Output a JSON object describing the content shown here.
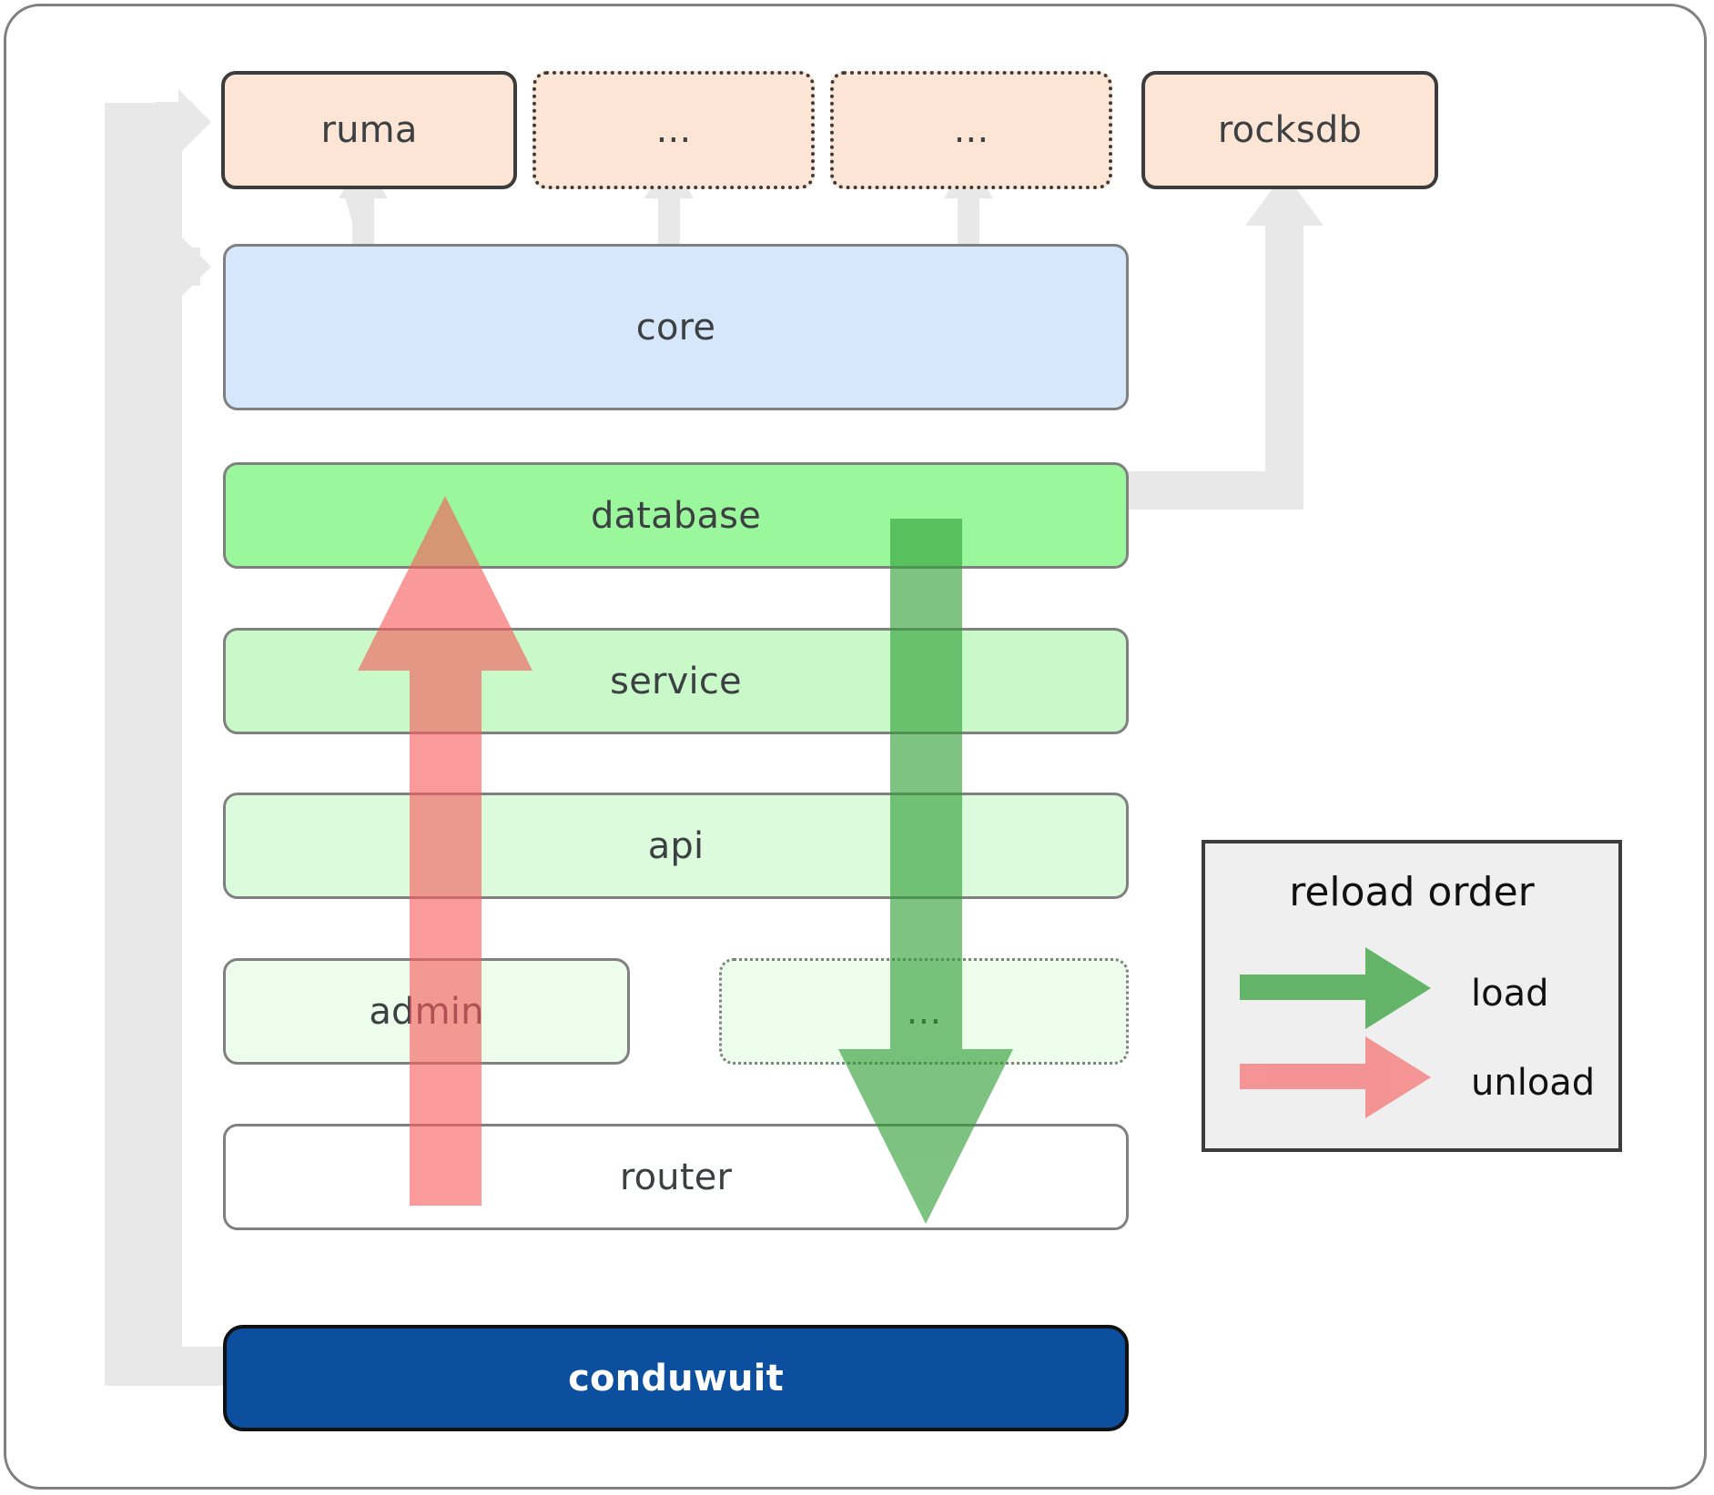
{
  "diagram": {
    "title": "conduwuit crate dependency / reload order diagram",
    "nodes": {
      "ruma": {
        "label": "ruma",
        "fill": "#fce5d5",
        "border": "solid"
      },
      "dots_top_1": {
        "label": "...",
        "fill": "#fce5d5",
        "border": "dotted"
      },
      "dots_top_2": {
        "label": "...",
        "fill": "#fce5d5",
        "border": "dotted"
      },
      "rocksdb": {
        "label": "rocksdb",
        "fill": "#fce5d5",
        "border": "solid"
      },
      "core": {
        "label": "core",
        "fill": "#d7e7fb",
        "border": "gray"
      },
      "database": {
        "label": "database",
        "fill": "#9bf79b",
        "border": "gray"
      },
      "service": {
        "label": "service",
        "fill": "#c9f8c9",
        "border": "gray"
      },
      "api": {
        "label": "api",
        "fill": "#dcfadc",
        "border": "gray"
      },
      "admin": {
        "label": "admin",
        "fill": "#ecfdec",
        "border": "gray"
      },
      "dots_mid": {
        "label": "...",
        "fill": "#ecfdec",
        "border": "dotted-gray"
      },
      "router": {
        "label": "router",
        "fill": "#ffffff",
        "border": "gray"
      },
      "conduwuit": {
        "label": "conduwuit",
        "fill": "#0b4f9e",
        "border": "solid-dark"
      }
    },
    "legend": {
      "title": "reload order",
      "items": [
        {
          "label": "load",
          "color": "#5cb85c"
        },
        {
          "label": "unload",
          "color": "#fa8b8b"
        }
      ]
    },
    "arrows": {
      "load_color": "#4caf50",
      "unload_color": "#f98080",
      "connector_color": "#e8e8e8"
    }
  }
}
